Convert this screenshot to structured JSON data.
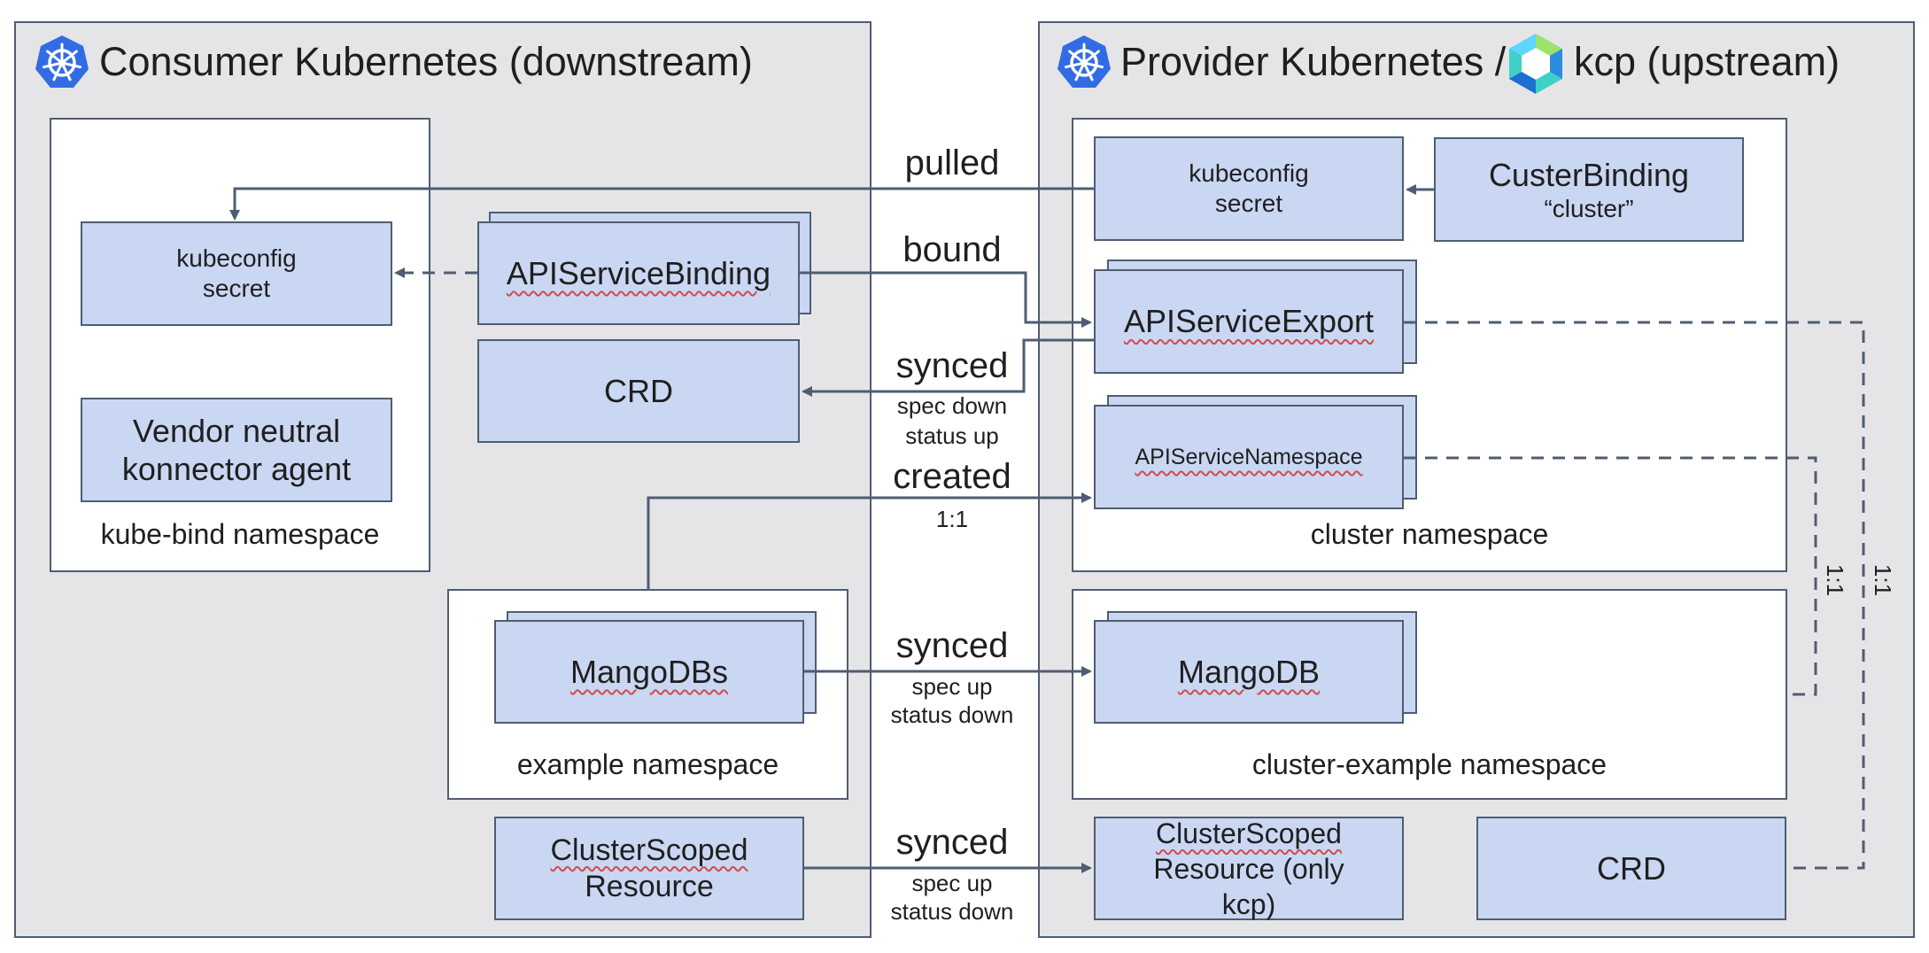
{
  "consumer": {
    "title": "Consumer Kubernetes (downstream)",
    "kube_bind_ns": {
      "label": "kube-bind namespace",
      "kubeconfig_secret": {
        "line1": "kubeconfig",
        "line2": "secret"
      },
      "agent": {
        "line1": "Vendor neutral",
        "line2": "konnector agent"
      }
    },
    "api_service_binding": "APIServiceBinding",
    "crd": "CRD",
    "example_ns": {
      "label": "example namespace",
      "mangodbs": "MangoDBs"
    },
    "cluster_scoped": {
      "line1": "ClusterScoped",
      "line2": "Resource"
    }
  },
  "provider": {
    "title_prefix": "Provider Kubernetes /",
    "title_suffix": "kcp (upstream)",
    "cluster_ns": {
      "label": "cluster namespace",
      "kubeconfig_secret": {
        "line1": "kubeconfig",
        "line2": "secret"
      },
      "cluster_binding": {
        "line1": "CusterBinding",
        "line2": "“cluster”"
      },
      "api_service_export": "APIServiceExport",
      "api_service_namespace": "APIServiceNamespace"
    },
    "cluster_example_ns": {
      "label": "cluster-example namespace",
      "mangodb": "MangoDB"
    },
    "cluster_scoped": {
      "line1": "ClusterScoped",
      "line2": "Resource (only",
      "line3": "kcp)"
    },
    "crd": "CRD"
  },
  "edges": {
    "pulled": "pulled",
    "bound": "bound",
    "synced_crd": {
      "label": "synced",
      "sub1": "spec down",
      "sub2": "status up"
    },
    "created": {
      "label": "created",
      "sub": "1:1"
    },
    "synced_mango": {
      "label": "synced",
      "sub1": "spec up",
      "sub2": "status down"
    },
    "synced_cluster": {
      "label": "synced",
      "sub1": "spec up",
      "sub2": "status down"
    },
    "one_to_one_a": "1:1",
    "one_to_one_b": "1:1"
  },
  "colors": {
    "outer_bg": "#e5e5e7",
    "resource_fill": "#c9d7f3",
    "border": "#4f5d72",
    "k8s_blue": "#326ce5"
  },
  "icons": [
    "kubernetes-icon",
    "kcp-icon"
  ]
}
